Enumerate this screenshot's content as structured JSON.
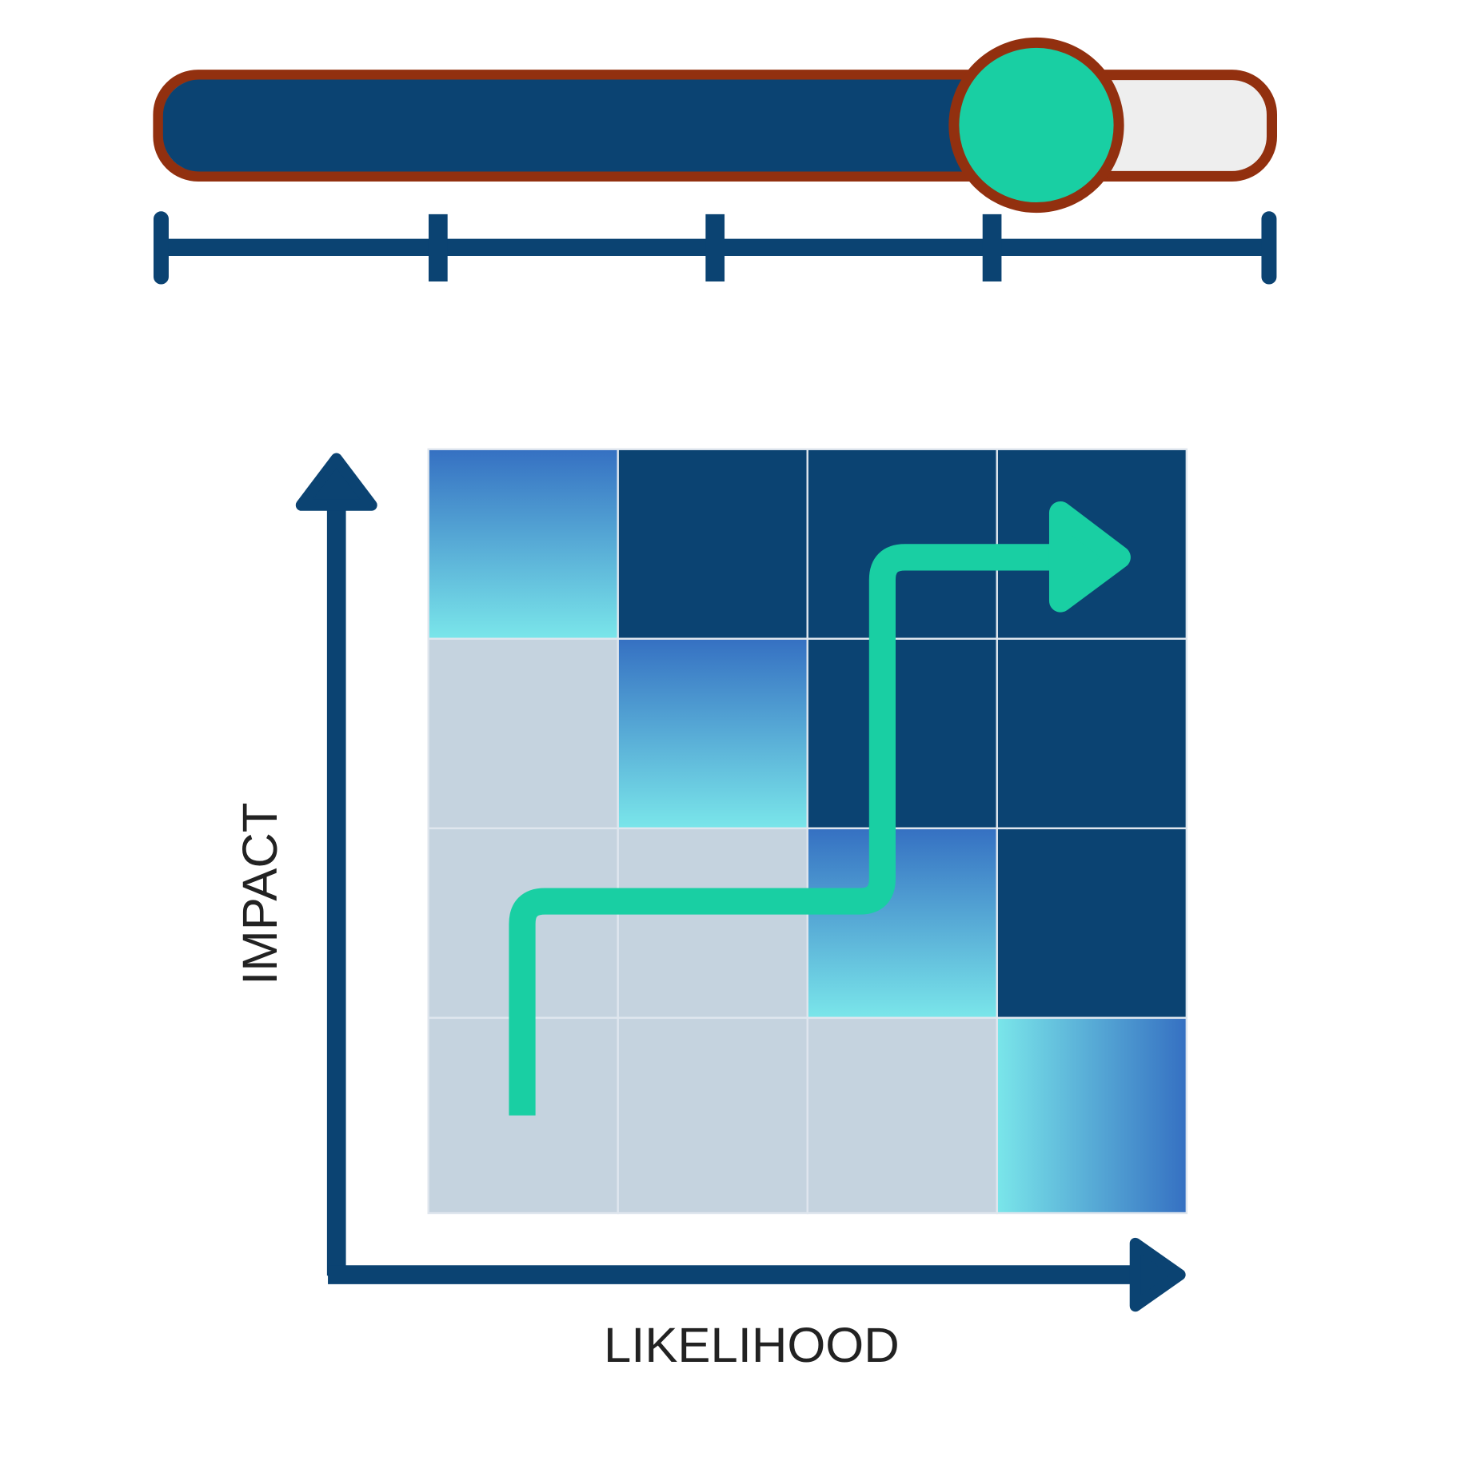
{
  "slider": {
    "value_fraction": 0.79,
    "ticks": 5
  },
  "matrix": {
    "x_label": "LIKELIHOOD",
    "y_label": "IMPACT",
    "cells": [
      [
        "gradient",
        "high",
        "high",
        "high"
      ],
      [
        "low",
        "gradient",
        "high",
        "high"
      ],
      [
        "low",
        "low",
        "gradient",
        "high"
      ],
      [
        "low",
        "low",
        "low",
        "gradient-horizontal"
      ]
    ]
  },
  "colors": {
    "navy": "#0b4372",
    "low": "#c5d3df",
    "accent": "#19cfa3",
    "border": "#92300f",
    "track_empty": "#eeeeee",
    "grad_top": "#3570c2",
    "grad_bottom": "#7ae6ea"
  }
}
